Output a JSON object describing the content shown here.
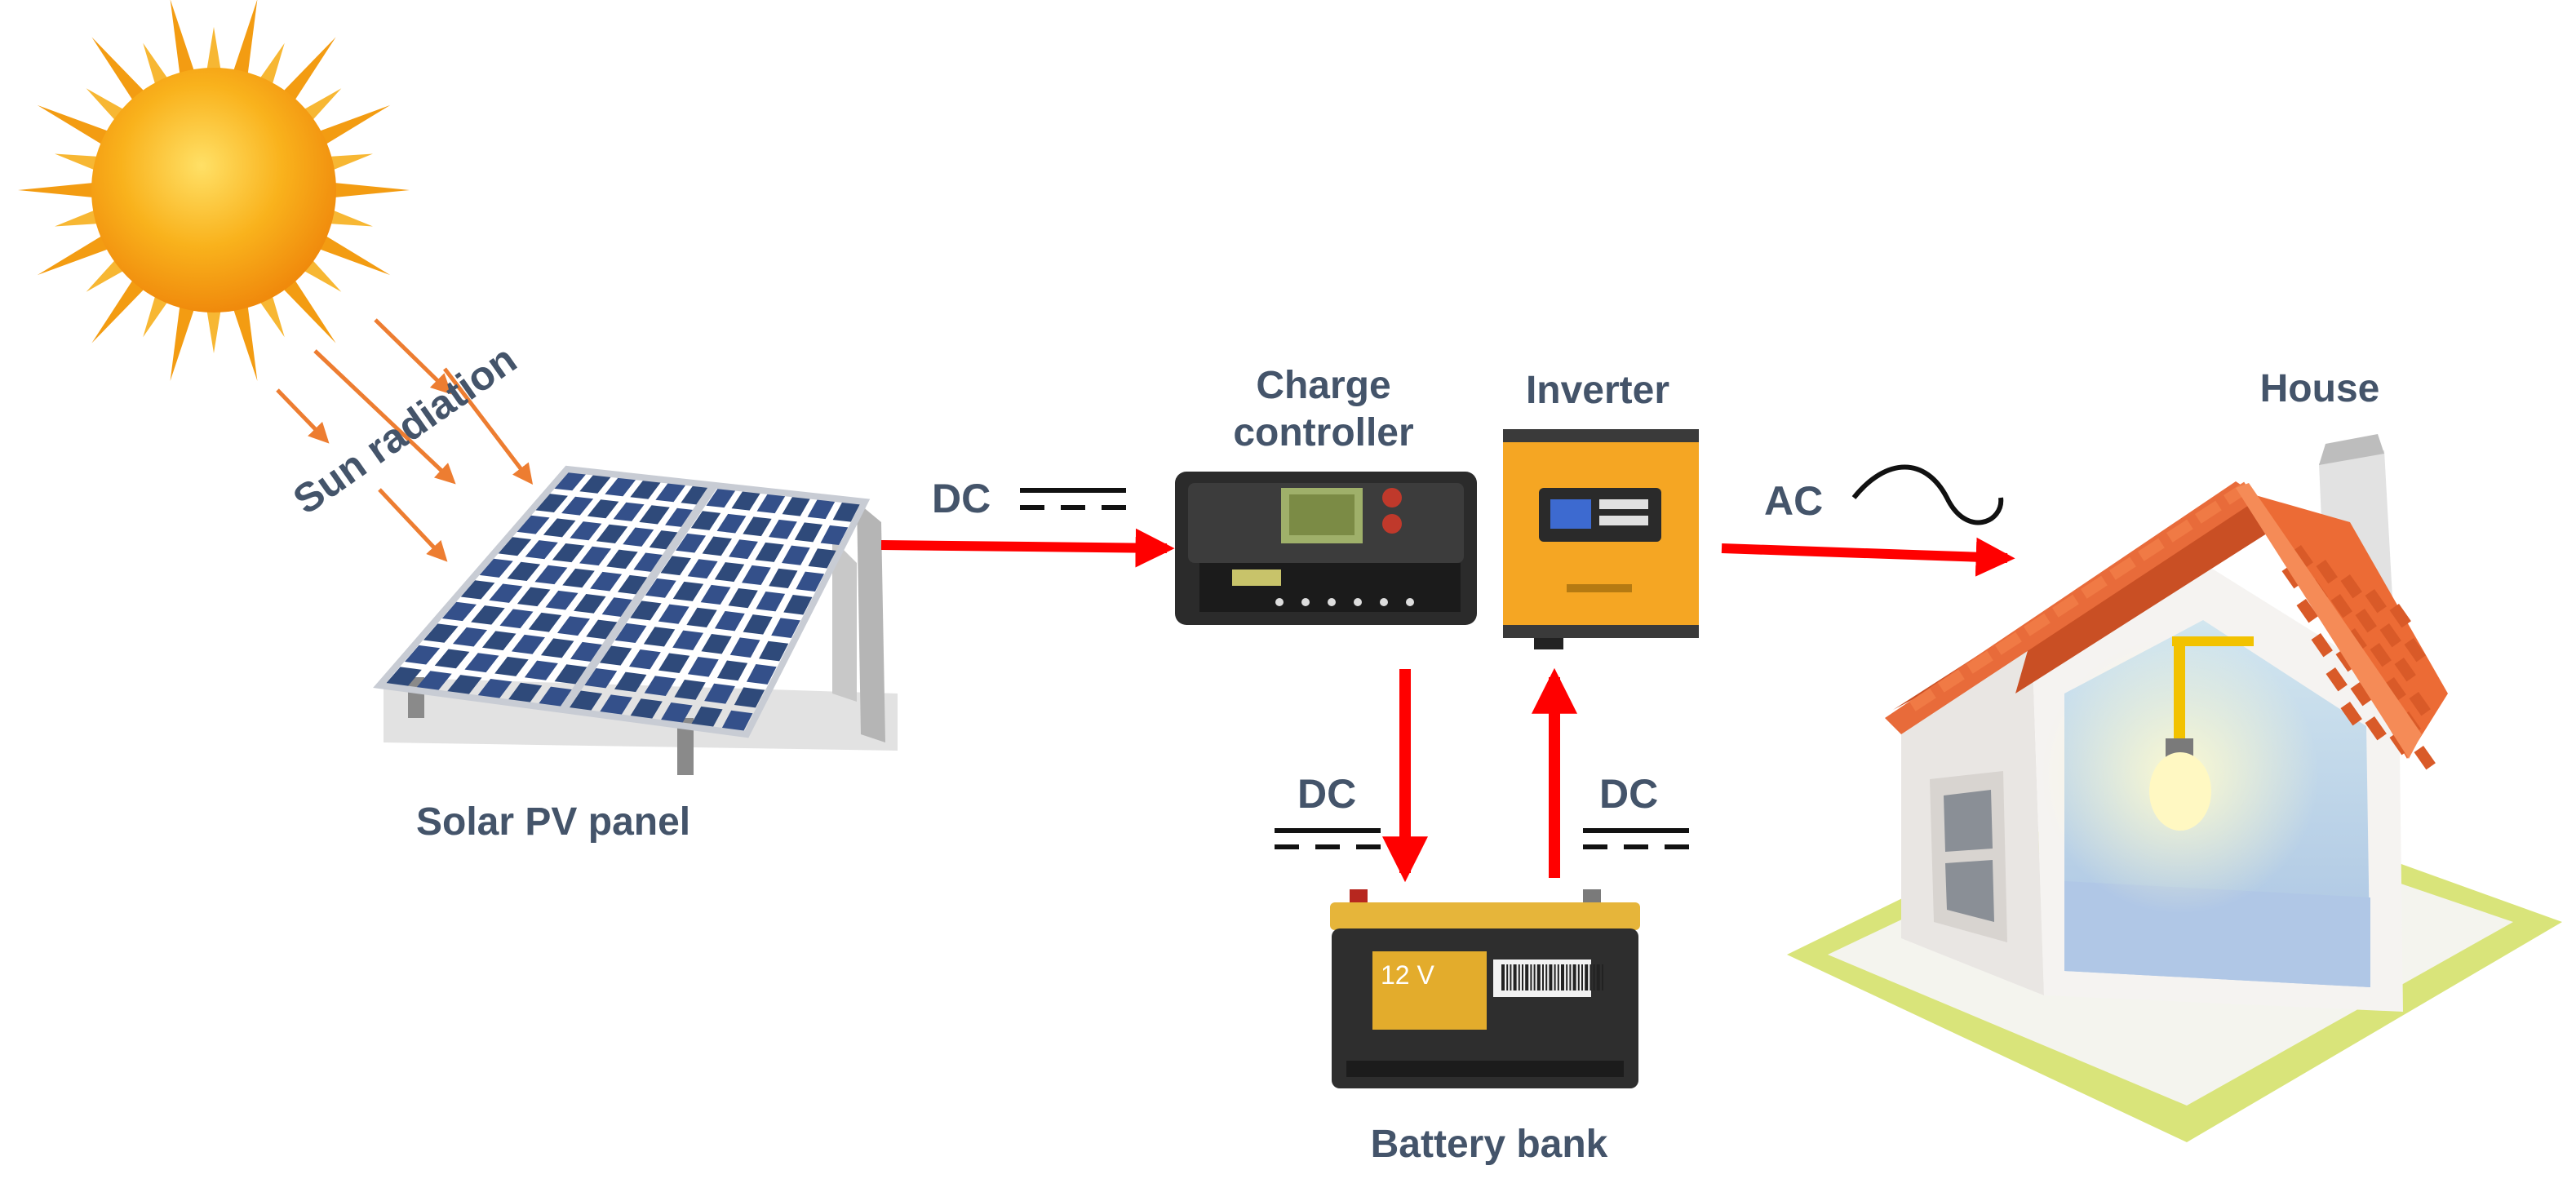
{
  "labels": {
    "sun_radiation": "Sun radiation",
    "solar_panel": "Solar PV panel",
    "charge_controller_line1": "Charge",
    "charge_controller_line2": "controller",
    "inverter": "Inverter",
    "house": "House",
    "battery_bank": "Battery bank",
    "battery_voltage": "12 V",
    "dc_panel_to_controller": "DC",
    "dc_controller_to_battery": "DC",
    "dc_battery_to_inverter": "DC",
    "ac_inverter_to_house": "AC"
  },
  "colors": {
    "label_text": "#44546a",
    "arrow_red": "#ff0000",
    "sun_ray_orange": "#ed7d31",
    "sun_core": "#f7a81b",
    "panel_cell": "#2f4a7a",
    "inverter_body": "#f5a623",
    "roof_tile": "#ec6b35",
    "lawn": "#d9e47a"
  },
  "icons": {
    "sun": "sun-icon",
    "panel": "solar-panel-icon",
    "controller": "charge-controller-icon",
    "inverter": "inverter-icon",
    "battery": "battery-icon",
    "house": "house-icon",
    "dc_symbol": "dc-symbol-icon",
    "ac_symbol": "ac-sine-icon"
  }
}
